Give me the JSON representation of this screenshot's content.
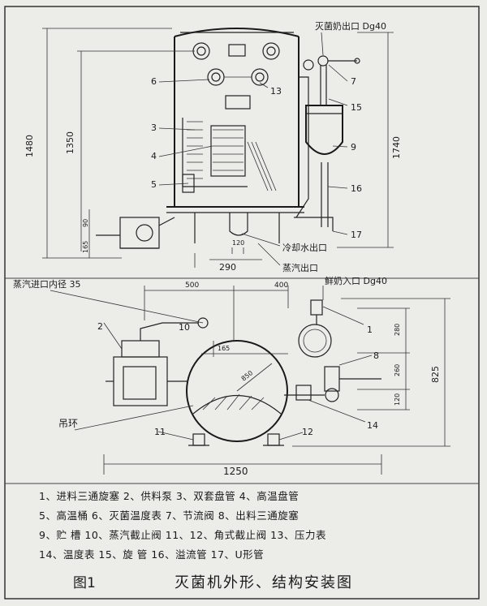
{
  "top_view": {
    "labels": {
      "outlet": "灭菌奶出口 Dg40",
      "cooling_outlet": "冷却水出口",
      "steam_outlet": "蒸汽出口"
    },
    "dims": {
      "h1480": "1480",
      "h1350": "1350",
      "h1740": "1740",
      "h90": "90",
      "h165": "165",
      "w120": "120",
      "w290": "290"
    },
    "parts": [
      "6",
      "3",
      "4",
      "5",
      "7",
      "15",
      "9",
      "16",
      "17",
      "13"
    ]
  },
  "bottom_view": {
    "labels": {
      "steam_inlet": "蒸汽进口内径 35",
      "milk_inlet": "鲜奶入口 Dg40",
      "lifting_ring": "吊环"
    },
    "dims": {
      "w500": "500",
      "w400": "400",
      "w1250": "1250",
      "h825": "825",
      "h280": "280",
      "h260": "260",
      "h120": "120",
      "d850": "850",
      "h165": "165"
    },
    "parts": [
      "2",
      "10",
      "1",
      "8",
      "11",
      "12",
      "14"
    ]
  },
  "legend": [
    "1、进料三通旋塞 2、供料泵 3、双套盘管 4、高温盘管",
    "5、高温桶 6、灭菌温度表 7、节流阀 8、出料三通旋塞",
    "9、贮 槽 10、蒸汽截止阀 11、12、角式截止阀 13、压力表",
    "14、温度表 15、旋 管 16、溢流管 17、U形管"
  ],
  "figure": {
    "number": "图1",
    "caption": "灭菌机外形、结构安装图"
  }
}
